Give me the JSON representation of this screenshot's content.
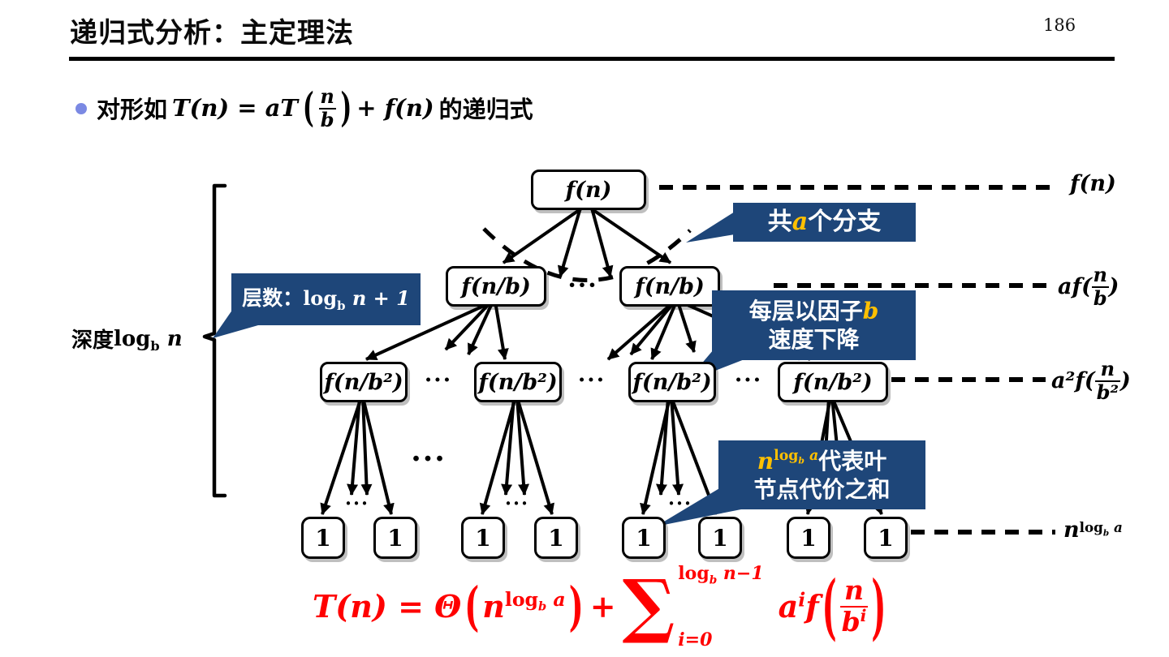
{
  "header": {
    "title": "递归式分析：主定理法",
    "page_number": "186"
  },
  "bullet": {
    "pre": "对形如 ",
    "math_left": "T(n) = aT",
    "lparen": "(",
    "frac_num": "n",
    "frac_den": "b",
    "rparen": ")",
    "math_right": "+ f(n)",
    "post": "的递归式"
  },
  "tree": {
    "root_label": "f(n)",
    "level2_label": "f(n/b)",
    "level3_label": "f(n/b²)",
    "leaf_label": "1",
    "dots": "···"
  },
  "annotations": {
    "depth_pre": "深度",
    "depth_log": "log",
    "depth_sub": "b",
    "depth_post": " n",
    "levels_pre": "层数：",
    "levels_log": "log",
    "levels_sub": "b",
    "levels_post": " n + 1",
    "branches_pre": "共",
    "branches_em": "a",
    "branches_post": "个分支",
    "factor_line1_pre": "每层以因子",
    "factor_em": "b",
    "factor_line2": "速度下降",
    "leaves_em_base": "n",
    "leaves_sup_log": "log",
    "leaves_sup_b": "b",
    "leaves_sup_a": " a",
    "leaves_line1_post": "代表叶",
    "leaves_line2": "节点代价之和"
  },
  "side_labels": {
    "row1": "f(n)",
    "row2_coef": "af(",
    "row2_num": "n",
    "row2_den": "b",
    "row2_close": ")",
    "row3_coef": "a²f(",
    "row3_num": "n",
    "row3_den": "b²",
    "row3_close": ")",
    "row4_base": "n",
    "row4_sup_log": "log",
    "row4_sup_b": "b",
    "row4_sup_a": " a"
  },
  "formula": {
    "lhs": "T(n) = Θ",
    "lparen": "(",
    "arg_base": "n",
    "sup_log": "log",
    "sup_b": "b",
    "sup_a": " a",
    "rparen": ")",
    "plus": "+",
    "sigma": "∑",
    "top_log": "log",
    "top_b": "b",
    "top_rest": " n−1",
    "bottom": "i=0",
    "coef_base": "a",
    "coef_sup": "i",
    "func": "f",
    "lparen2": "(",
    "frac_num": "n",
    "frac_den_base": "b",
    "frac_den_sup": "i",
    "rparen2": ")"
  },
  "colors": {
    "callout_bg": "#1E4679",
    "em_orange": "#FFC000",
    "formula_red": "#FF0000",
    "bullet_dot": "#7B89E3"
  }
}
